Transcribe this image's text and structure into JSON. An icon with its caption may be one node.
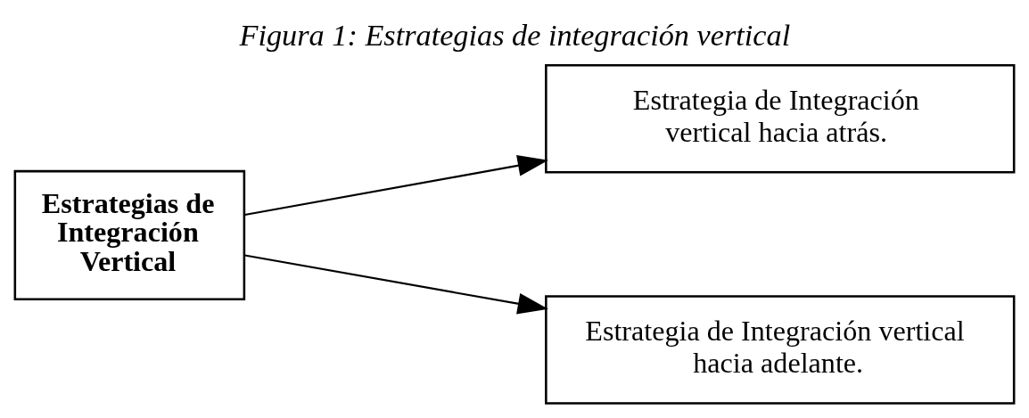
{
  "diagram": {
    "title": "Figura 1: Estrategias de integración vertical",
    "nodes": [
      {
        "text": [
          "Estrategias de Integración Vertical"
        ]
      },
      {
        "text": [
          "Estrategia de Integración vertical hacia atrás."
        ]
      },
      {
        "text": [
          "Estrategia de Integración vertical hacia adelante."
        ]
      }
    ],
    "edges": [
      {
        "from": 0,
        "to": 1,
        "arrow": "to"
      },
      {
        "from": 0,
        "to": 2,
        "arrow": "to"
      }
    ]
  }
}
